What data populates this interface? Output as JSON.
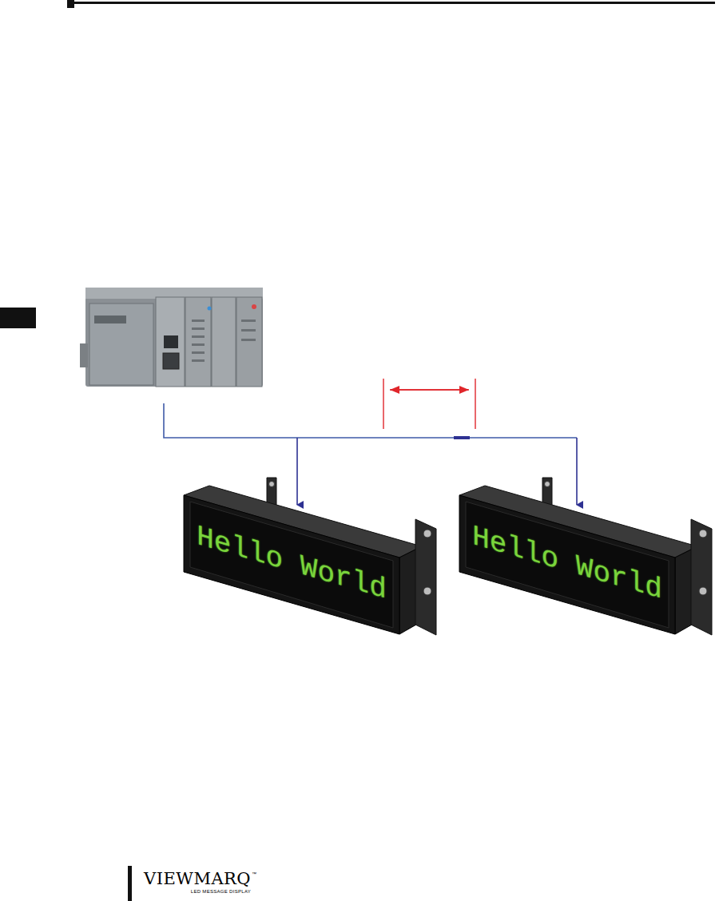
{
  "diagram": {
    "nodes": [
      {
        "text": [
          "Hello World"
        ]
      },
      {
        "text": [
          "Hello World"
        ]
      }
    ],
    "labels": [
      "VIEWMARQ",
      "™",
      "LED MESSAGE DISPLAY"
    ]
  }
}
